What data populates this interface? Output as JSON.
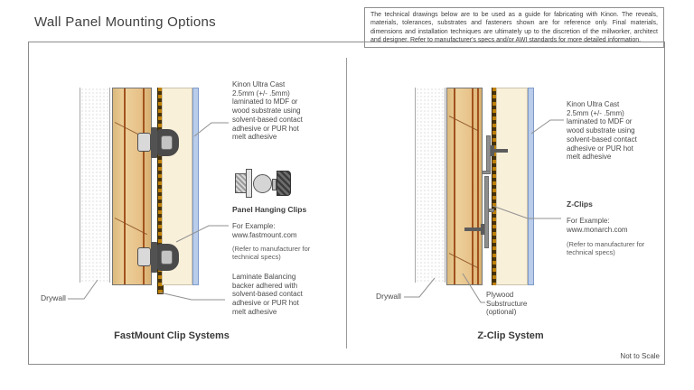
{
  "page": {
    "title": "Wall Panel Mounting Options",
    "not_to_scale": "Not to Scale"
  },
  "note": {
    "text": "The technical drawings below are to be used as a guide for fabricating with Kinon. The reveals, materials, tolerances, substrates and fasteners shown are for reference only. Final materials, dimensions and installation techniques are ultimately up to the discretion of the millworker, architect and designer. Refer to manufacturer's specs and/or AWI standards for more detailed information."
  },
  "fastmount": {
    "caption": "FastMount Clip Systems",
    "drywall_label": "Drywall",
    "kinon_note": "Kinon Ultra Cast\n2.5mm (+/- .5mm)\nlaminated to MDF or\nwood substrate using\nsolvent-based contact\nadhesive or PUR hot\nmelt adhesive",
    "clips_label": "Panel Hanging Clips",
    "example": "For Example:\nwww.fastmount.com",
    "refer": "(Refer to manufacturer for\ntechnical specs)",
    "backer_note": "Laminate Balancing\nbacker adhered with\nsolvent-based contact\nadhesive or PUR hot\nmelt adhesive"
  },
  "zclip": {
    "caption": "Z-Clip System",
    "drywall_label": "Drywall",
    "kinon_note": "Kinon Ultra Cast\n2.5mm (+/- .5mm)\nlaminated to MDF or\nwood substrate using\nsolvent-based contact\nadhesive or PUR hot\nmelt adhesive",
    "clips_label": "Z-Clips",
    "example": "For Example:\nwww.monarch.com",
    "refer": "(Refer to manufacturer for\ntechnical specs)",
    "plywood_label": "Plywood\nSubstructure\n(optional)"
  },
  "colors": {
    "wood": "#e7c289",
    "wood_grain": "#a2521c",
    "mdf_cream": "#f9f0da",
    "kinon_blue": "#b9cce9",
    "backer_gold": "#c08109",
    "backer_dark": "#46320c",
    "clip_gray": "#8e8e8e",
    "leader_line": "#909090"
  }
}
